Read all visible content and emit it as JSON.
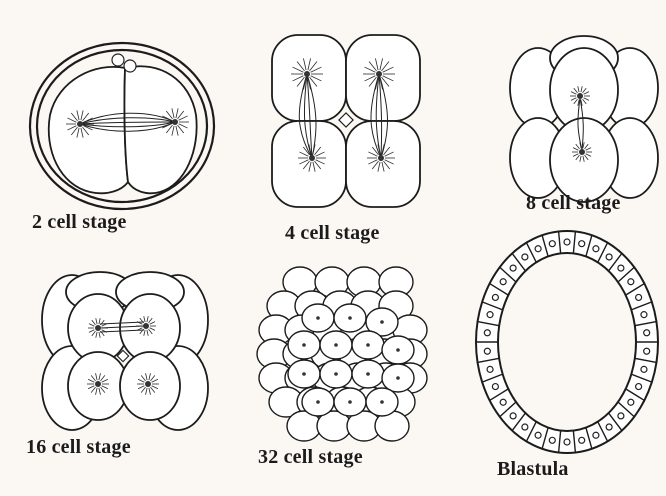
{
  "stages": [
    {
      "id": "2-cell",
      "label": "2 cell stage"
    },
    {
      "id": "4-cell",
      "label": "4 cell stage"
    },
    {
      "id": "8-cell",
      "label": "8 cell stage"
    },
    {
      "id": "16-cell",
      "label": "16 cell stage"
    },
    {
      "id": "32-cell",
      "label": "32 cell stage"
    },
    {
      "id": "blastula",
      "label": "Blastula"
    }
  ]
}
